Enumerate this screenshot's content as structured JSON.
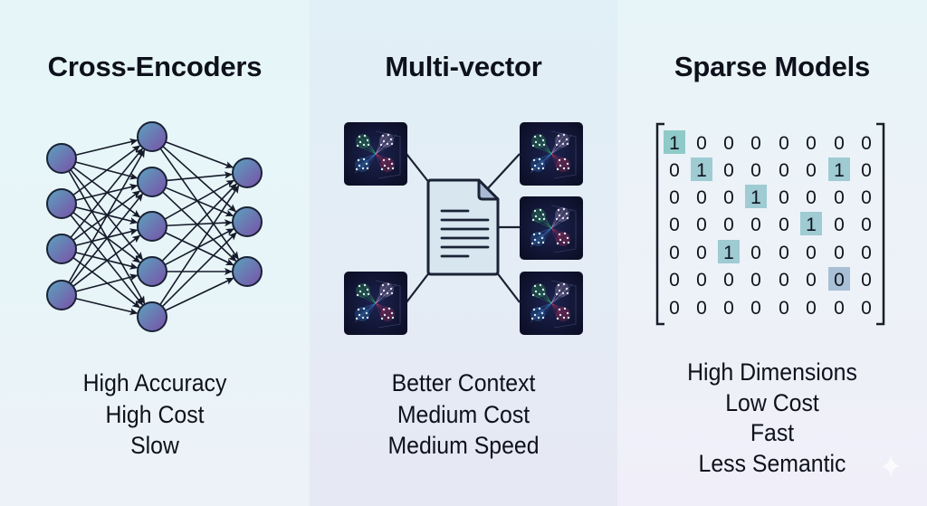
{
  "panels": [
    {
      "id": "cross-encoders",
      "title": "Cross-Encoders",
      "properties": [
        "High Accuracy",
        "High Cost",
        "Slow"
      ],
      "illustration": {
        "type": "neural-network",
        "layers": [
          4,
          5,
          3
        ],
        "node_color_from": "#5aa3bd",
        "node_color_to": "#7a4fa8"
      }
    },
    {
      "id": "multi-vector",
      "title": "Multi-vector",
      "properties": [
        "Better Context",
        "Medium Cost",
        "Medium Speed"
      ],
      "illustration": {
        "type": "document-to-embeddings",
        "center_icon": "document-icon",
        "embedding_tiles": 5,
        "cluster_colors": [
          "#3ddc6a",
          "#d9c8f0",
          "#3aa0ff",
          "#ff3b6b"
        ]
      }
    },
    {
      "id": "sparse-models",
      "title": "Sparse Models",
      "properties": [
        "High Dimensions",
        "Low Cost",
        "Fast",
        "Less Semantic"
      ],
      "illustration": {
        "type": "sparse-matrix",
        "matrix": [
          [
            1,
            0,
            0,
            0,
            0,
            0,
            0,
            0
          ],
          [
            0,
            1,
            0,
            0,
            0,
            0,
            1,
            0
          ],
          [
            0,
            0,
            0,
            1,
            0,
            0,
            0,
            0
          ],
          [
            0,
            0,
            0,
            0,
            0,
            1,
            0,
            0
          ],
          [
            0,
            0,
            1,
            0,
            0,
            0,
            0,
            0
          ],
          [
            0,
            0,
            0,
            0,
            0,
            0,
            0,
            0
          ],
          [
            0,
            0,
            0,
            0,
            0,
            0,
            0,
            0
          ]
        ],
        "highlighted_cells": [
          [
            0,
            0
          ],
          [
            1,
            1
          ],
          [
            1,
            6
          ],
          [
            2,
            3
          ],
          [
            3,
            5
          ],
          [
            4,
            2
          ],
          [
            5,
            6
          ]
        ],
        "highlight_color": "#9fcbd3"
      }
    }
  ],
  "watermark": {
    "icon": "sparkle-icon"
  }
}
